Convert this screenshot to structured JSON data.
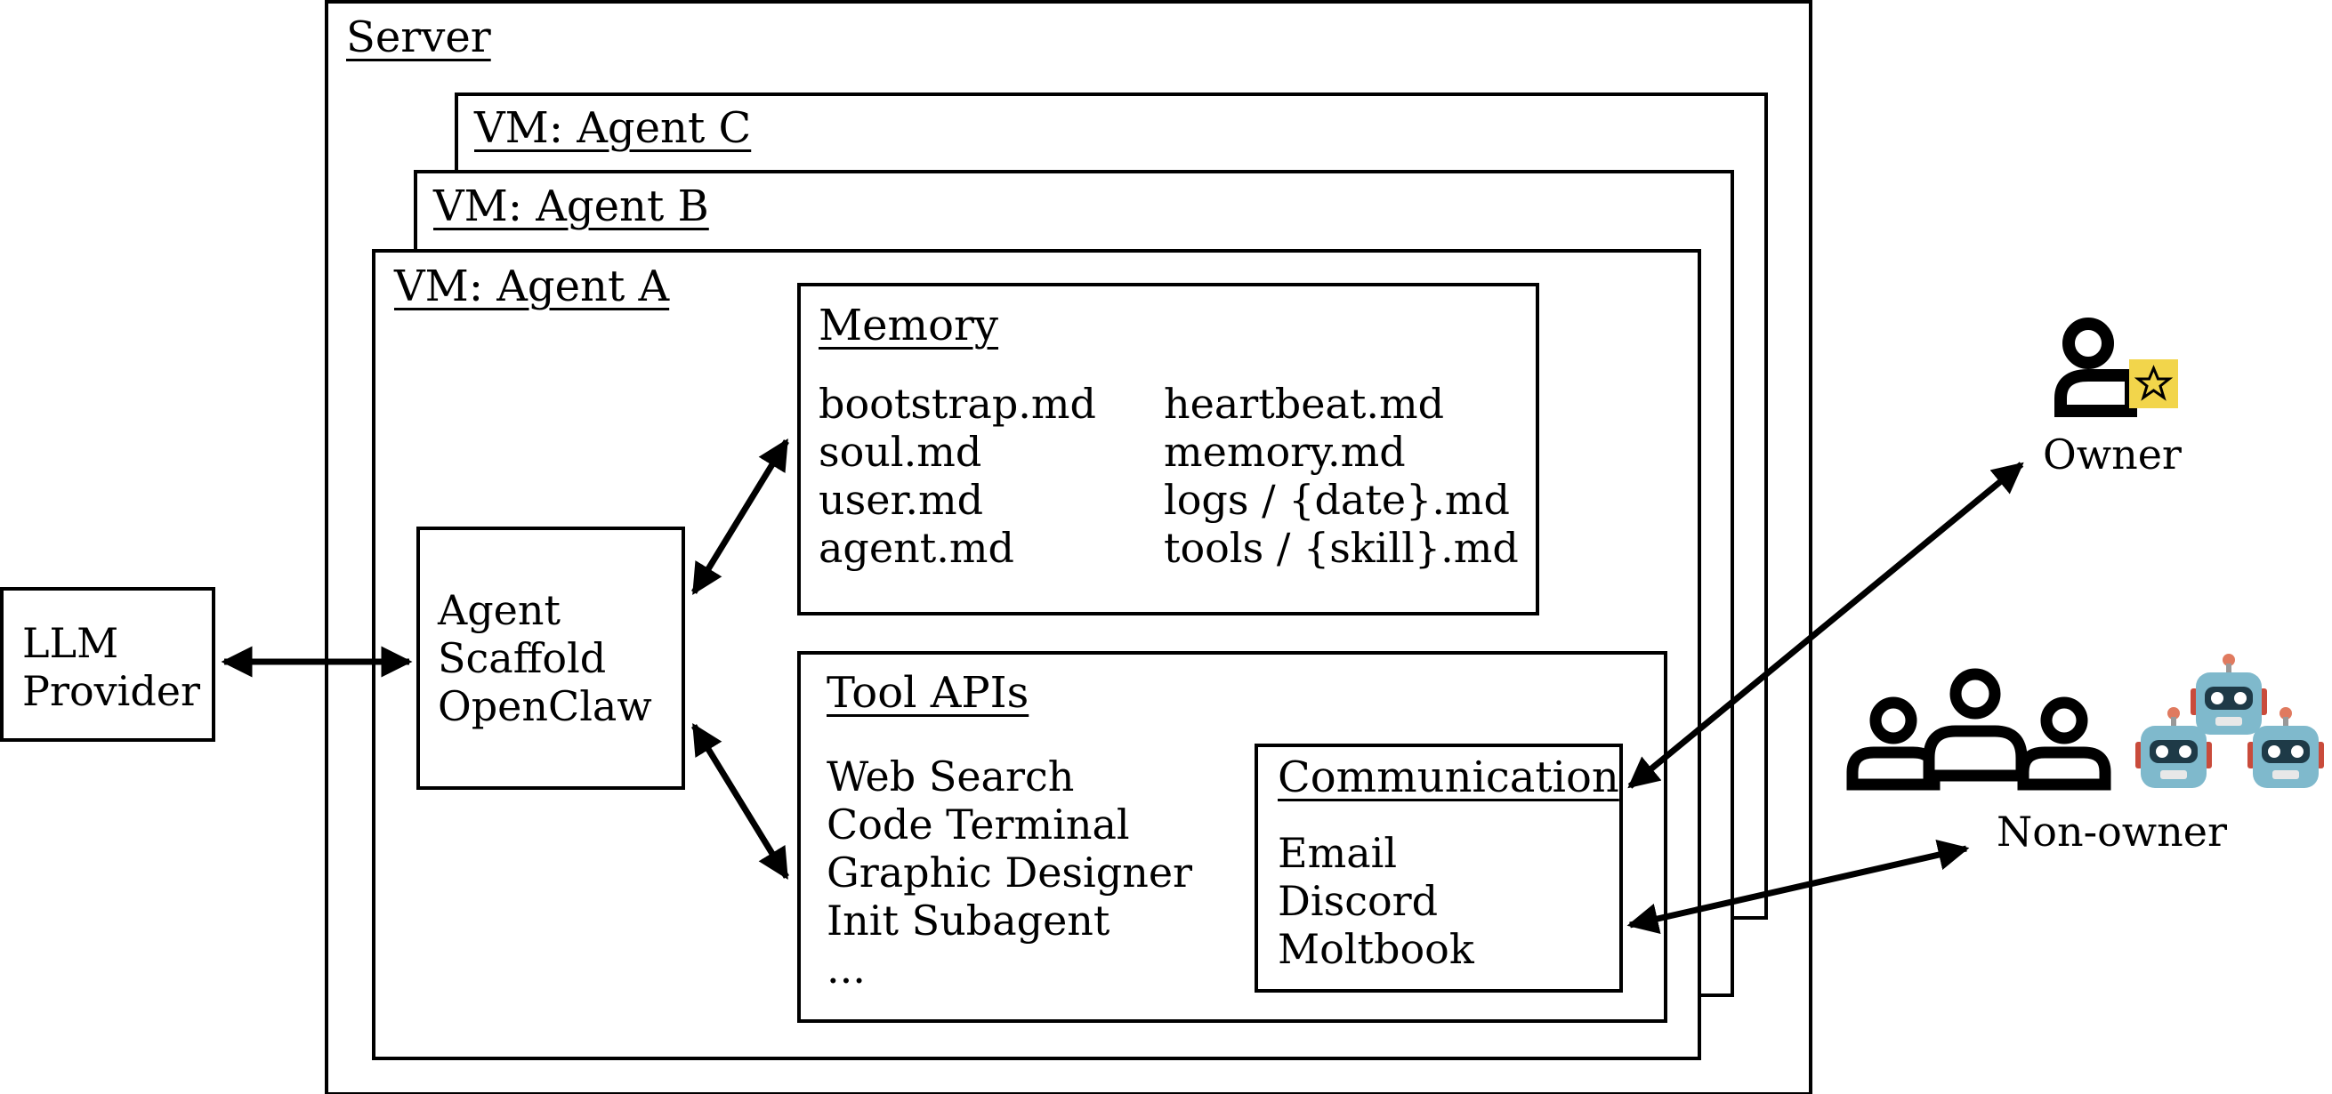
{
  "server": {
    "title": "Server"
  },
  "vms": {
    "c": "VM: Agent C",
    "b": "VM: Agent B",
    "a": "VM: Agent A"
  },
  "llm": {
    "lines": [
      "LLM",
      "Provider"
    ]
  },
  "scaffold": {
    "lines": [
      "Agent",
      "Scaffold",
      "OpenClaw"
    ]
  },
  "memory": {
    "title": "Memory",
    "col1": [
      "bootstrap.md",
      "soul.md",
      "user.md",
      "agent.md"
    ],
    "col2": [
      "heartbeat.md",
      "memory.md",
      "logs / {date}.md",
      "tools / {skill}.md"
    ]
  },
  "tools": {
    "title": "Tool APIs",
    "items": [
      "Web Search",
      "Code Terminal",
      "Graphic Designer",
      "Init Subagent",
      "..."
    ]
  },
  "communication": {
    "title": "Communication",
    "items": [
      "Email",
      "Discord",
      "Moltbook"
    ]
  },
  "owner": {
    "label": "Owner",
    "icon": "person-star-icon",
    "badge_color": "#f2d54b"
  },
  "nonowner": {
    "label": "Non-owner",
    "icon": "people-group-icon",
    "robot_icon": "robot-icon",
    "robot_color": "#7fb9cc"
  }
}
